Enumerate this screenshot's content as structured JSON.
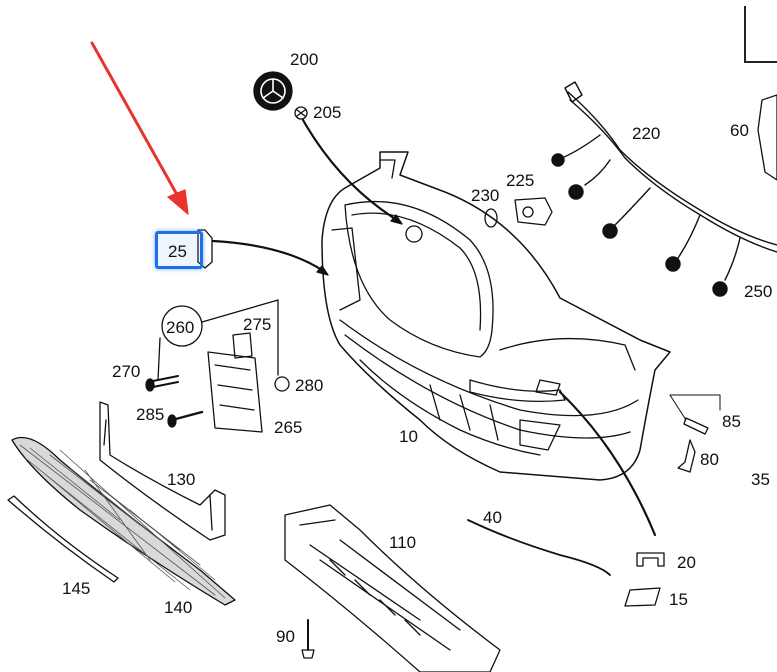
{
  "diagram": {
    "highlight_color": "#1e6fe8",
    "arrow_color": "#e8342a",
    "line_color": "#111111",
    "labels": {
      "p200": "200",
      "p205": "205",
      "p220": "220",
      "p60": "60",
      "p225": "225",
      "p230": "230",
      "p25": "25",
      "p250": "250",
      "p260": "260",
      "p275": "275",
      "p270": "270",
      "p280": "280",
      "p285": "285",
      "p265": "265",
      "p10": "10",
      "p85": "85",
      "p80": "80",
      "p130": "130",
      "p35": "35",
      "p40": "40",
      "p110": "110",
      "p20": "20",
      "p15": "15",
      "p145": "145",
      "p140": "140",
      "p90": "90"
    }
  }
}
